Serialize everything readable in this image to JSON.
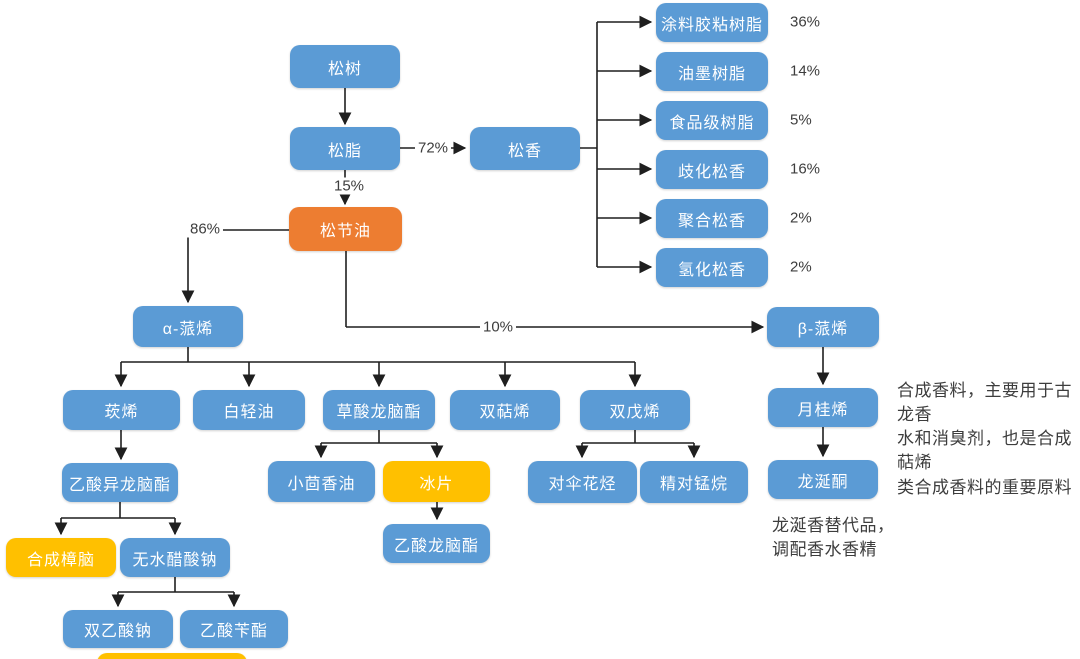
{
  "colors": {
    "node_blue": "#5B9BD5",
    "node_orange": "#ED7D31",
    "node_yellow": "#FFC000",
    "connector": "#1f1f1f",
    "label_text": "#3d3d3d"
  },
  "nodes": {
    "pine_tree": {
      "label": "松树"
    },
    "pine_resin": {
      "label": "松脂"
    },
    "rosin": {
      "label": "松香"
    },
    "turpentine": {
      "label": "松节油"
    },
    "coating_adhesive_resin": {
      "label": "涂料胶粘树脂",
      "share": "36%"
    },
    "ink_resin": {
      "label": "油墨树脂",
      "share": "14%"
    },
    "food_grade_resin": {
      "label": "食品级树脂",
      "share": "5%"
    },
    "disproportionated_rosin": {
      "label": "歧化松香",
      "share": "16%"
    },
    "polymerized_rosin": {
      "label": "聚合松香",
      "share": "2%"
    },
    "hydrogenated_rosin": {
      "label": "氢化松香",
      "share": "2%"
    },
    "alpha_pinene": {
      "label": "α-蒎烯"
    },
    "beta_pinene": {
      "label": "β-蒎烯"
    },
    "camphene": {
      "label": "莰烯"
    },
    "white_light_oil": {
      "label": "白轻油"
    },
    "bornyl_oxalate": {
      "label": "草酸龙脑酯"
    },
    "diterpene": {
      "label": "双萜烯"
    },
    "dipentene": {
      "label": "双戊烯"
    },
    "myrcene": {
      "label": "月桂烯"
    },
    "isobornyl_acetate": {
      "label": "乙酸异龙脑酯"
    },
    "fennel_oil": {
      "label": "小茴香油"
    },
    "borneol": {
      "label": "冰片"
    },
    "p_cymene": {
      "label": "对伞花烃"
    },
    "p_menthane": {
      "label": "精对锰烷"
    },
    "ambrone": {
      "label": "龙涎酮"
    },
    "synthetic_camphor": {
      "label": "合成樟脑"
    },
    "anhydrous_sodium_acetate": {
      "label": "无水醋酸钠"
    },
    "bornyl_acetate": {
      "label": "乙酸龙脑酯"
    },
    "sodium_diacetate": {
      "label": "双乙酸钠"
    },
    "benzyl_acetate": {
      "label": "乙酸苄酯"
    }
  },
  "flow_labels": {
    "resin_to_rosin": "72%",
    "resin_to_turpentine": "15%",
    "turpentine_to_alpha_pinene": "86%",
    "turpentine_to_beta_pinene": "10%"
  },
  "annotations": {
    "myrcene_note": "合成香料，主要用于古龙香\n水和消臭剂，也是合成萜烯\n类合成香料的重要原料",
    "ambrone_note": "龙涎香替代品，\n调配香水香精"
  }
}
